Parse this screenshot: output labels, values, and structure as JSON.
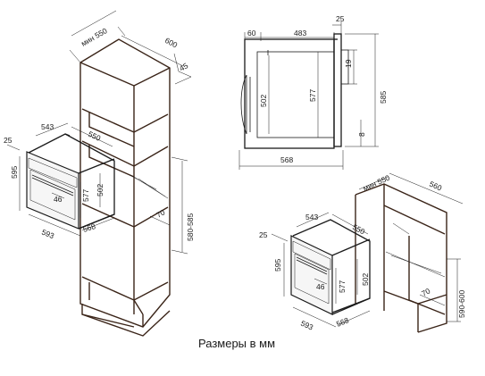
{
  "caption": "Размеры в мм",
  "cabinet_tall": {
    "depth_top": "600",
    "width_top": "мин 550",
    "side_offset": "45",
    "niche_depth": "70",
    "niche_height": "580-585"
  },
  "oven_left": {
    "front_width": "593",
    "body_width": "543",
    "body_depth": "550",
    "panel_depth": "25",
    "front_height": "595",
    "body_height": "577",
    "inner_height": "502",
    "bottom_width": "568",
    "handle_offset": "46"
  },
  "side_view": {
    "top_front": "60",
    "top_body": "483",
    "top_panel": "25",
    "inner_height": "502",
    "body_height": "577",
    "total_height": "585",
    "gap_top": "19",
    "gap_bottom": "8",
    "total_depth": "568"
  },
  "cabinet_under": {
    "width": "мин 550",
    "depth": "560",
    "niche_depth": "70",
    "niche_height": "590-600"
  },
  "oven_right": {
    "front_width": "593",
    "body_width": "543",
    "body_depth": "550",
    "panel_depth": "25",
    "front_height": "595",
    "body_height": "577",
    "inner_height": "502",
    "bottom_width": "568",
    "handle_offset": "46"
  }
}
